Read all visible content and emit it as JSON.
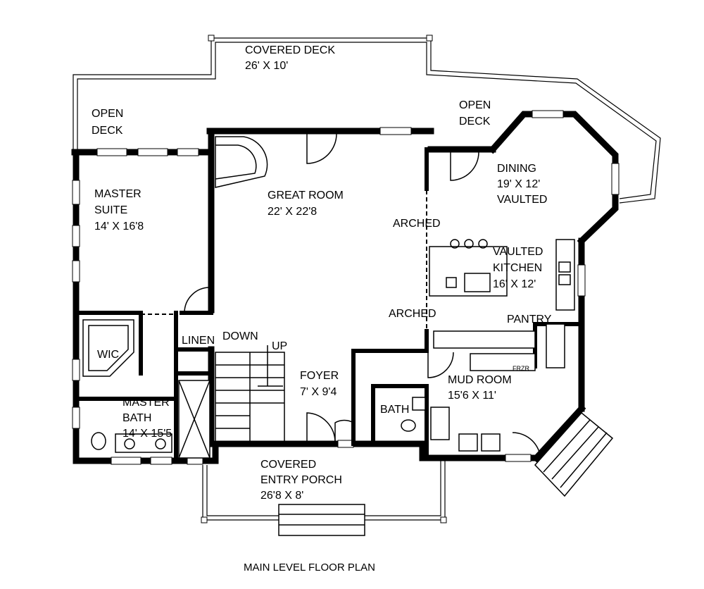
{
  "rooms": {
    "covered_deck": {
      "name": "COVERED DECK",
      "size": "26' X 10'"
    },
    "open_deck_left": {
      "line1": "OPEN",
      "line2": "DECK"
    },
    "open_deck_right": {
      "line1": "OPEN",
      "line2": "DECK"
    },
    "dining": {
      "line1": "DINING",
      "line2": "19' X 12'",
      "line3": "VAULTED"
    },
    "master_suite": {
      "line1": "MASTER",
      "line2": "SUITE",
      "line3": "14' X 16'8"
    },
    "great_room": {
      "name": "GREAT ROOM",
      "size": "22' X 22'8"
    },
    "arched_upper": "ARCHED",
    "arched_lower": "ARCHED",
    "kitchen": {
      "line1": "VAULTED",
      "line2": "KITCHEN",
      "line3": "16' X 12'"
    },
    "pantry": "PANTRY",
    "wic": "WIC",
    "linen": "LINEN",
    "down": "DOWN",
    "up": "UP",
    "foyer": {
      "name": "FOYER",
      "size": "7' X 9'4"
    },
    "mud_room": {
      "name": "MUD ROOM",
      "size": "15'6 X 11'"
    },
    "frzr": "FRZR",
    "bath": "BATH",
    "master_bath": {
      "line1": "MASTER",
      "line2": "BATH",
      "line3": "14' X 15'5"
    },
    "entry_porch": {
      "line1": "COVERED",
      "line2": "ENTRY PORCH",
      "line3": "26'8 X 8'"
    }
  },
  "plan_title": "MAIN LEVEL FLOOR PLAN"
}
